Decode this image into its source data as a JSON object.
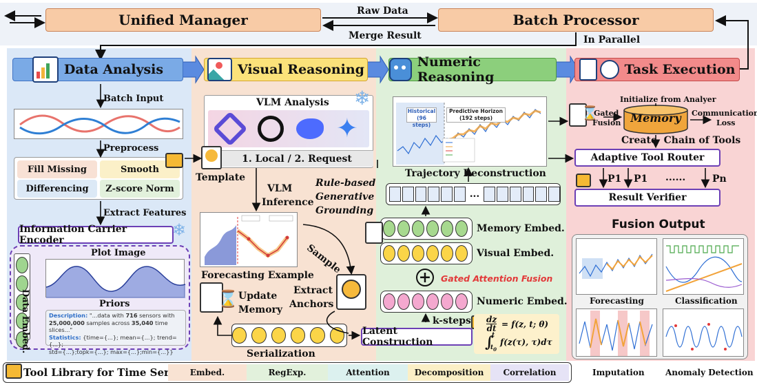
{
  "top": {
    "unified_manager": "Unified Manager",
    "batch_processor": "Batch Processor",
    "raw_data": "Raw Data",
    "merge_result": "Merge Result",
    "in_parallel": "In Parallel"
  },
  "stages": {
    "data_analysis": "Data Analysis",
    "visual_reasoning": "Visual Reasoning",
    "numeric_reasoning": "Numeric Reasoning",
    "task_execution": "Task Execution"
  },
  "data_analysis": {
    "batch_input": "Batch Input",
    "preprocess": "Preprocess",
    "fill_missing": "Fill Missing",
    "smooth": "Smooth",
    "differencing": "Differencing",
    "zscore": "Z-score Norm",
    "extract_features": "Extract Features",
    "encoder": "Information Carrier Encoder",
    "plot_image": "Plot Image",
    "priors": "Priors",
    "data_embed": "Data Embed.",
    "desc_label": "Description:",
    "desc_text_1": "\"...data with ",
    "desc_bold_1": "716",
    "desc_text_2": " sensors with ",
    "desc_bold_2": "25,000,000",
    "desc_text_3": " samples across ",
    "desc_bold_3": "35,040",
    "desc_text_4": " time slices...\"",
    "stats_label": "Statistics:",
    "stats_text_1": "{time={...}; mean={...}; trend={...};",
    "stats_text_2": "std={...};topk={...}; max={...};min={...}}"
  },
  "visual_reasoning": {
    "vlm_analysis": "VLM Analysis",
    "local_request": "1. Local / 2. Request",
    "template": "Template",
    "vlm_inference_1": "VLM",
    "vlm_inference_2": "Inference",
    "rule_based": "Rule-based",
    "generative": "Generative",
    "grounding": "Grounding",
    "forecasting_example": "Forecasting Example",
    "sample": "Sample",
    "extract_anchors_1": "Extract",
    "extract_anchors_2": "Anchors",
    "update_memory_1": "Update",
    "update_memory_2": "Memory",
    "serialization": "Serialization"
  },
  "numeric_reasoning": {
    "historical": "Historical",
    "historical_steps": "(96 steps)",
    "predictive": "Predictive Horizon",
    "predictive_steps": "(192 steps)",
    "trajectory": "Trajectory Reconstruction",
    "memory_embed": "Memory Embed.",
    "visual_embed": "Visual Embed.",
    "gated_fusion": "Gated Attention Fusion",
    "numeric_embed": "Numeric Embed.",
    "k_steps": "k-steps",
    "latent": "Latent Construction",
    "ellipsis": "...",
    "eq1_lhs_num": "dz",
    "eq1_lhs_den": "dt",
    "eq1_rhs": "= f(z, t; θ)",
    "eq2_lower": "t",
    "eq2_lower_sub": "0",
    "eq2_upper": "t",
    "eq2_body": "f(z(τ), τ)dτ"
  },
  "task_execution": {
    "init": "Initialize from Analyer",
    "memory": "Memory",
    "gated_fusion_1": "Gated",
    "gated_fusion_2": "Fusion",
    "comm_loss_1": "Communication",
    "comm_loss_2": "Loss",
    "create_chain": "Create  Chain of Tools",
    "router": "Adaptive Tool Router",
    "p1a": "P1",
    "p1b": "P1",
    "dots": "......",
    "pn": "Pn",
    "verifier": "Result Verifier",
    "fusion_output": "Fusion Output",
    "forecasting": "Forecasting",
    "classification": "Classification",
    "imputation": "Imputation",
    "anomaly": "Anomaly Detection"
  },
  "tool_library": {
    "title": "Tool Library for Time Series",
    "items": [
      "Embed.",
      "RegExp.",
      "Attention",
      "Decomposition",
      "Correlation"
    ]
  },
  "colors": {
    "panel_blue": "#dfe9f7",
    "panel_peach": "#f9e3d3",
    "panel_green": "#dff0db",
    "panel_pink": "#f9d6d6",
    "accent_red": "#e23a3a",
    "blue_line": "#3a6fd8"
  }
}
